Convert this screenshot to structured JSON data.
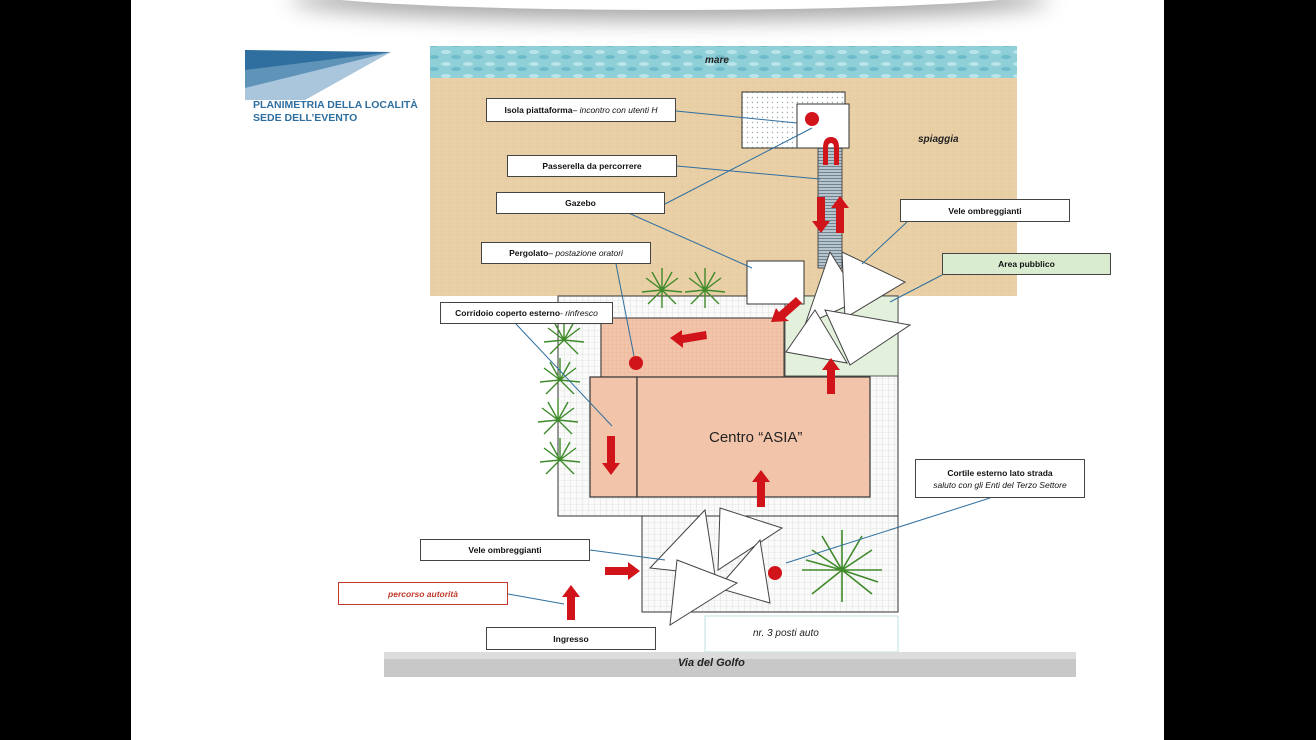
{
  "title": {
    "line1": "PLANIMETRIA DELLA LOCALITÀ",
    "line2": "SEDE DELL’EVENTO"
  },
  "map": {
    "sea": "mare",
    "beach": "spiaggia",
    "building": "Centro “ASIA”",
    "street": "Via del Golfo",
    "parking": "nr. 3 posti auto"
  },
  "labels": {
    "isola_bold": "Isola piattaforma",
    "isola_italic": " – incontro con utenti H",
    "passerella": "Passerella da percorrere",
    "gazebo": "Gazebo",
    "vele_top": "Vele ombreggianti",
    "area_pubblico": "Area pubblico",
    "pergolato_bold": "Pergolato",
    "pergolato_italic": " – postazione oratori",
    "corridoio_bold": "Corridoio coperto esterno",
    "corridoio_italic": " - rinfresco",
    "cortile_line1": "Cortile esterno lato strada",
    "cortile_line2": "saluto con gli Enti del Terzo Settore",
    "vele_bottom": "Vele ombreggianti",
    "percorso": "percorso autorità",
    "ingresso": "Ingresso"
  },
  "colors": {
    "sea": "#8fd0d8",
    "beach": "#e8cfa6",
    "building": "#f2c4aa",
    "arrow": "#d0141a",
    "title": "#2f6f9f",
    "area_pubblico": "#d9ecd0"
  }
}
